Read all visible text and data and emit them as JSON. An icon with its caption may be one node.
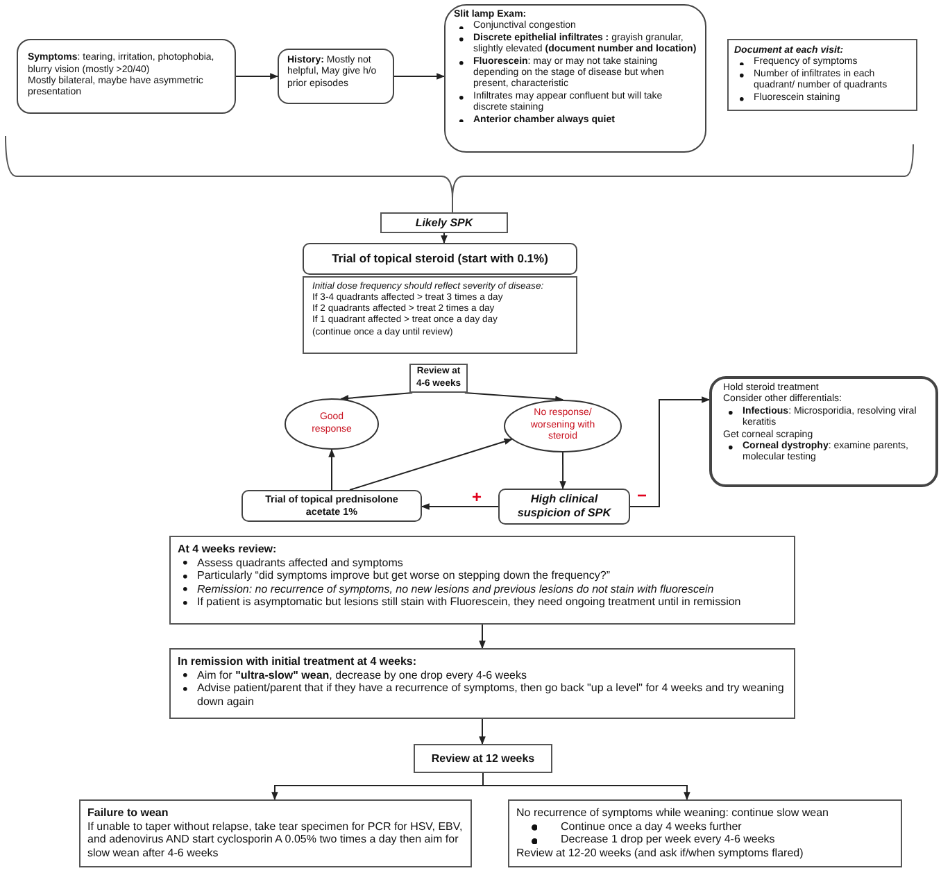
{
  "diagram": {
    "nodes": [
      {
        "text": [
          "**Symptoms**: tearing, irritation, photophobia, blurry vision (mostly >20/40)",
          "Mostly bilateral, maybe have asymmetric presentation"
        ]
      },
      {
        "text": [
          "**History:** Mostly not helpful, May give h/o prior episodes"
        ]
      },
      {
        "text": [
          "Slit lamp Exam:",
          "Conjunctival congestion",
          "**Discrete epithelial infiltrates :** grayish granular, slightly elevated **(document number and location)**",
          "**Fluorescein**: may or may not take staining depending on the stage of disease but when present, characteristic",
          "Infiltrates may appear confluent but will take discrete staining",
          "Anterior chamber always quiet"
        ]
      },
      {
        "text": [
          "Document at each visit:",
          "Frequency of symptoms",
          "Number of infiltrates in each quadrant/ number of quadrants",
          "Fluorescein staining"
        ]
      },
      {
        "text": [
          "Likely SPK"
        ]
      },
      {
        "text": [
          "Trial of topical steroid (start with 0.1%)"
        ]
      },
      {
        "text": [
          "Initial dose frequency should reflect severity of disease:",
          "If 3-4 quadrants affected > treat 3 times a day",
          "If 2 quadrants affected > treat 2 times a day",
          "If 1 quadrant affected > treat once a day day",
          "(continue once a day until review)"
        ]
      },
      {
        "text": [
          "Review at 4-6 weeks"
        ]
      },
      {
        "text": [
          "Good response"
        ]
      },
      {
        "text": [
          "No response/ worsening with steroid"
        ]
      },
      {
        "text": [
          "Trial of topical prednisolone acetate 1%"
        ]
      },
      {
        "text": [
          "High clinical suspicion of SPK"
        ]
      },
      {
        "text": [
          "Hold steroid treatment",
          "Consider other differentials:",
          "**Infectious**: Microsporidia, resolving viral keratitis",
          "Get corneal scraping",
          "**Corneal dystrophy**: examine parents, molecular testing"
        ]
      },
      {
        "text": [
          "At 4 weeks review:",
          "Assess quadrants affected and symptoms",
          "Particularly “did symptoms improve but get worse on stepping down the frequency?”",
          "Remission: no recurrence of symptoms, no new lesions and previous lesions do not stain with fluorescein",
          "If patient is asymptomatic but lesions still stain with Fluorescein, they need ongoing treatment until in remission"
        ]
      },
      {
        "text": [
          "In remission with initial treatment at 4 weeks:",
          "Aim for **\"ultra-slow\" wean**, decrease by one drop every 4-6 weeks",
          "Advise patient/parent that if they have a recurrence of symptoms, then go back \"up a level\" for 4 weeks and try weaning down again"
        ]
      },
      {
        "text": [
          "Review at 12 weeks"
        ]
      },
      {
        "text": [
          "Failure to wean",
          "If unable to taper without relapse, take tear specimen for PCR for HSV, EBV, and adenovirus AND start cyclosporin A 0.05% two times a day then aim for slow wean after 4-6 weeks"
        ]
      },
      {
        "text": [
          "No recurrence of symptoms while weaning: continue slow wean",
          "Continue once a day 4 weeks further",
          "Decrease 1 drop per week every 4-6 weeks",
          "Review at 12-20 weeks (and ask if/when symptoms flared)"
        ]
      }
    ],
    "edges": [
      {
        "from": 0,
        "to": 1,
        "arrow": "to"
      },
      {
        "from": 1,
        "to": 2,
        "arrow": "to"
      },
      {
        "from": 4,
        "to": 5,
        "arrow": "to"
      },
      {
        "from": 7,
        "to": 8,
        "arrow": "to"
      },
      {
        "from": 7,
        "to": 9,
        "arrow": "to"
      },
      {
        "from": 9,
        "to": 11,
        "arrow": "to"
      },
      {
        "from": 11,
        "to": 10,
        "arrow": "to",
        "label": "+"
      },
      {
        "from": 10,
        "to": 8,
        "arrow": "to"
      },
      {
        "from": 10,
        "to": 9,
        "arrow": "to"
      },
      {
        "from": 11,
        "to": 12,
        "arrow": "to",
        "label": "−"
      },
      {
        "from": 13,
        "to": 14,
        "arrow": "to"
      },
      {
        "from": 14,
        "to": 15,
        "arrow": "to"
      },
      {
        "from": 15,
        "to": 16,
        "arrow": "to"
      },
      {
        "from": 15,
        "to": 17,
        "arrow": "to"
      }
    ]
  }
}
